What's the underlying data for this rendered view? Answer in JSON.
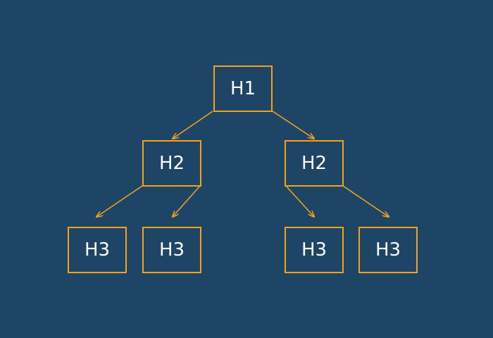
{
  "diagram": {
    "colors": {
      "background": "#1e4466",
      "node_border": "#f2a21b",
      "edge": "#f2a21b",
      "text": "#ffffff"
    },
    "nodes": [
      {
        "id": "root",
        "label": "H1"
      },
      {
        "id": "left",
        "label": "H2"
      },
      {
        "id": "right",
        "label": "H2"
      },
      {
        "id": "left-left",
        "label": "H3"
      },
      {
        "id": "left-right",
        "label": "H3"
      },
      {
        "id": "right-left",
        "label": "H3"
      },
      {
        "id": "right-right",
        "label": "H3"
      }
    ],
    "edges": [
      {
        "from": "root",
        "to": "left"
      },
      {
        "from": "root",
        "to": "right"
      },
      {
        "from": "left",
        "to": "left-left"
      },
      {
        "from": "left",
        "to": "left-right"
      },
      {
        "from": "right",
        "to": "right-left"
      },
      {
        "from": "right",
        "to": "right-right"
      }
    ]
  }
}
